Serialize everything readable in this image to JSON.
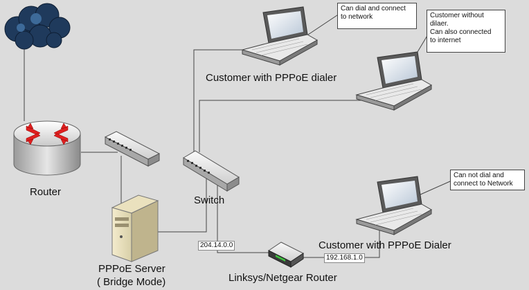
{
  "labels": {
    "router": "Router",
    "server": "PPPoE Server",
    "server_mode": "( Bridge Mode)",
    "switch": "Switch",
    "linksys": "Linksys/Netgear Router",
    "customer_top": "Customer with PPPoE dialer",
    "customer_bottom": "Customer with PPPoE Dialer",
    "net_left": "204.14.0.0",
    "net_right": "192.168.1.0"
  },
  "callouts": {
    "top": [
      "Can dial and connect",
      "to network"
    ],
    "middle": [
      "Customer without",
      "dilaer.",
      "Can also connected",
      "to internet"
    ],
    "bottom": [
      "Can not dial and",
      "connect to Network"
    ]
  },
  "colors": {
    "background": "#dcdcdc",
    "line": "#444444",
    "cloud": "#1f3a5c",
    "router_arrows": "#e02020"
  },
  "icons": {
    "cloud": "internet-cloud-icon",
    "router": "router-icon",
    "hub": "network-hub-icon",
    "switch": "switch-icon",
    "server": "server-tower-icon",
    "laptop": "laptop-icon",
    "linksys": "home-router-icon"
  }
}
